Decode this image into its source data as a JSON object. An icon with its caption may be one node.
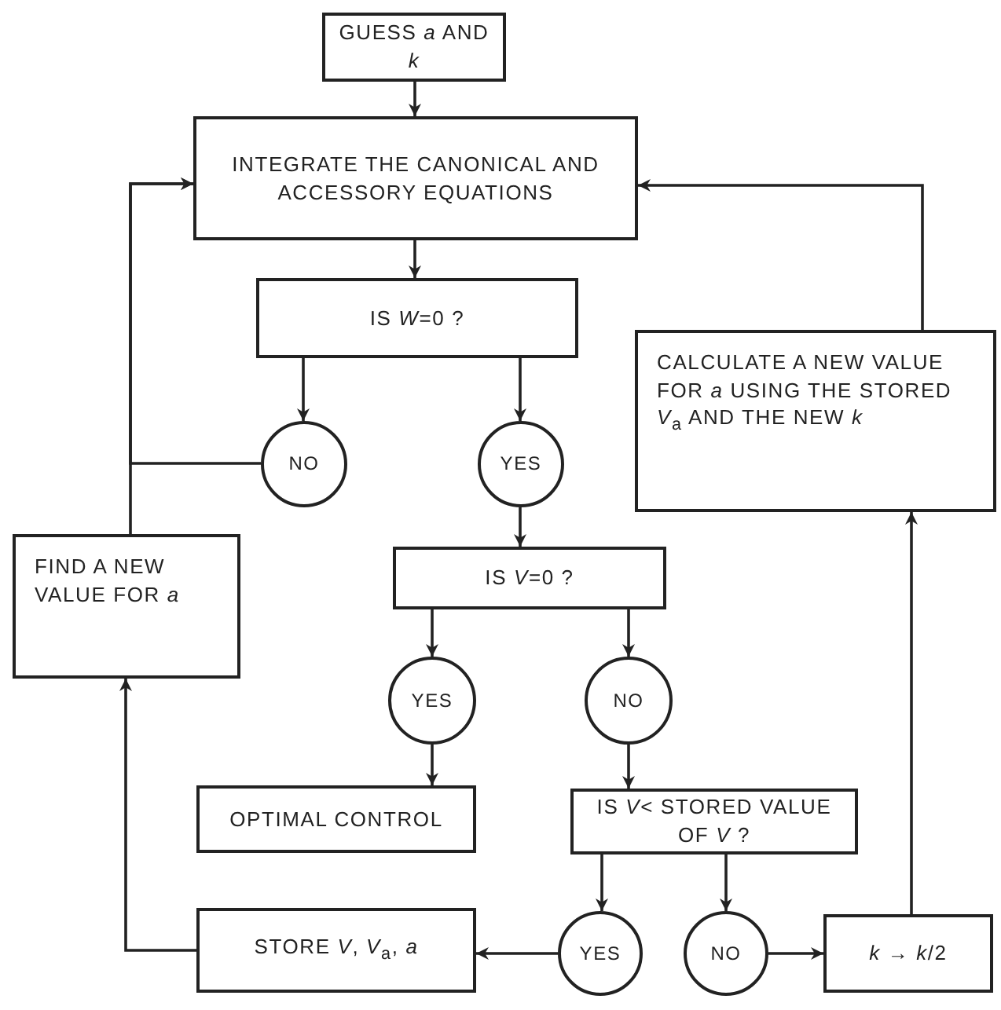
{
  "diagram": {
    "nodes": [
      {
        "text": [
          "GUESS *a* AND *k*"
        ]
      },
      {
        "text": [
          "INTEGRATE THE CANONICAL AND ACCESSORY EQUATIONS"
        ]
      },
      {
        "text": [
          "IS *W*=0 ?"
        ]
      },
      {
        "text": [
          "NO"
        ]
      },
      {
        "text": [
          "YES"
        ]
      },
      {
        "text": [
          "CALCULATE A NEW VALUE FOR *a* USING THE STORED *V*$_{a}$ AND THE NEW *k*"
        ]
      },
      {
        "text": [
          "FIND A NEW VALUE FOR *a*"
        ]
      },
      {
        "text": [
          "IS *V*=0 ?"
        ]
      },
      {
        "text": [
          "YES"
        ]
      },
      {
        "text": [
          "NO"
        ]
      },
      {
        "text": [
          "OPTIMAL CONTROL"
        ]
      },
      {
        "text": [
          "IS *V*< STORED VALUE OF *V* ?"
        ]
      },
      {
        "text": [
          "STORE *V*, *V*$_{a}$, *a*"
        ]
      },
      {
        "text": [
          "YES"
        ]
      },
      {
        "text": [
          "NO"
        ]
      },
      {
        "text": [
          "*k* → *k*/2"
        ]
      }
    ],
    "edges": [
      {
        "from": 0,
        "to": 1,
        "arrow": "to"
      },
      {
        "from": 1,
        "to": 2,
        "arrow": "to"
      },
      {
        "from": 2,
        "to": 3,
        "arrow": "to"
      },
      {
        "from": 2,
        "to": 4,
        "arrow": "to"
      },
      {
        "from": 3,
        "to": 1,
        "arrow": "to"
      },
      {
        "from": 6,
        "to": 1,
        "arrow": "to"
      },
      {
        "from": 12,
        "to": 6,
        "arrow": "to"
      },
      {
        "from": 4,
        "to": 7,
        "arrow": "to"
      },
      {
        "from": 7,
        "to": 8,
        "arrow": "to"
      },
      {
        "from": 7,
        "to": 9,
        "arrow": "to"
      },
      {
        "from": 8,
        "to": 10,
        "arrow": "to"
      },
      {
        "from": 9,
        "to": 11,
        "arrow": "to"
      },
      {
        "from": 11,
        "to": 13,
        "arrow": "to"
      },
      {
        "from": 11,
        "to": 14,
        "arrow": "to"
      },
      {
        "from": 13,
        "to": 12,
        "arrow": "to"
      },
      {
        "from": 14,
        "to": 15,
        "arrow": "to"
      },
      {
        "from": 15,
        "to": 5,
        "arrow": "to"
      },
      {
        "from": 5,
        "to": 1,
        "arrow": "to"
      }
    ]
  }
}
